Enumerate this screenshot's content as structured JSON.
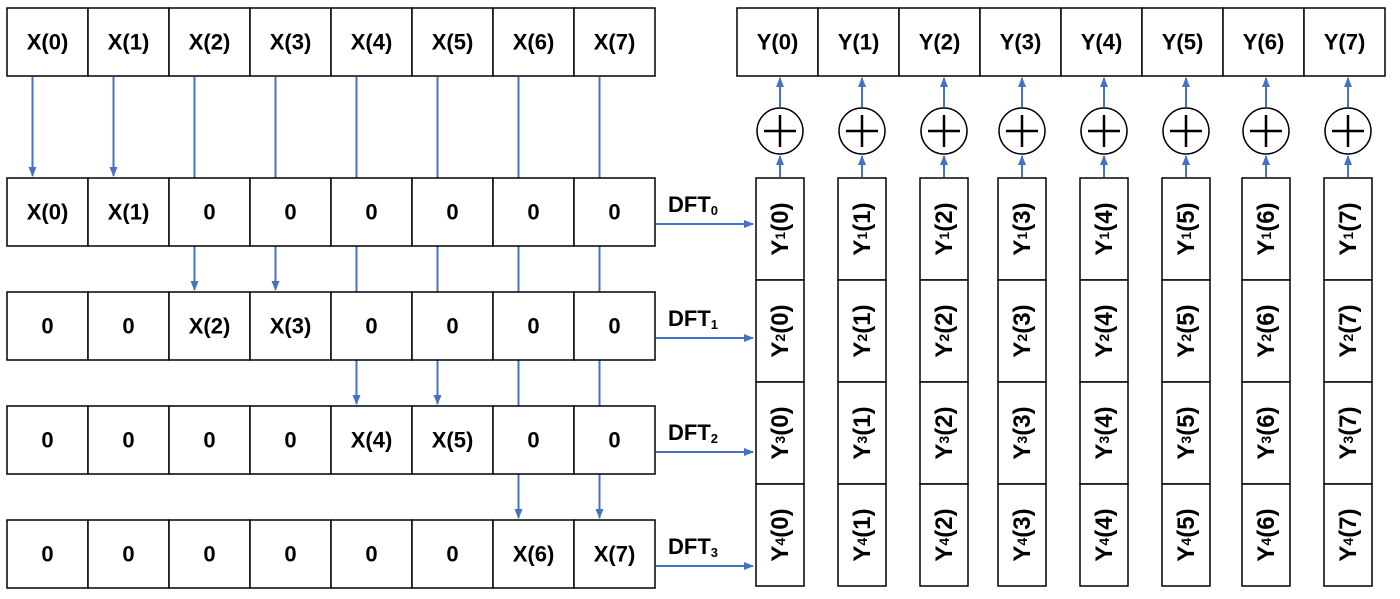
{
  "input_row": [
    "X(0)",
    "X(1)",
    "X(2)",
    "X(3)",
    "X(4)",
    "X(5)",
    "X(6)",
    "X(7)"
  ],
  "output_row": [
    "Y(0)",
    "Y(1)",
    "Y(2)",
    "Y(3)",
    "Y(4)",
    "Y(5)",
    "Y(6)",
    "Y(7)"
  ],
  "padded_rows": [
    [
      "X(0)",
      "X(1)",
      "0",
      "0",
      "0",
      "0",
      "0",
      "0"
    ],
    [
      "0",
      "0",
      "X(2)",
      "X(3)",
      "0",
      "0",
      "0",
      "0"
    ],
    [
      "0",
      "0",
      "0",
      "0",
      "X(4)",
      "X(5)",
      "0",
      "0"
    ],
    [
      "0",
      "0",
      "0",
      "0",
      "0",
      "0",
      "X(6)",
      "X(7)"
    ]
  ],
  "dft_labels": [
    {
      "base": "DFT",
      "sub": "0"
    },
    {
      "base": "DFT",
      "sub": "1"
    },
    {
      "base": "DFT",
      "sub": "2"
    },
    {
      "base": "DFT",
      "sub": "3"
    }
  ],
  "partial_outputs": [
    {
      "base": "Y",
      "sub": "1"
    },
    {
      "base": "Y",
      "sub": "2"
    },
    {
      "base": "Y",
      "sub": "3"
    },
    {
      "base": "Y",
      "sub": "4"
    }
  ],
  "partial_indices": [
    "(0)",
    "(1)",
    "(2)",
    "(3)",
    "(4)",
    "(5)",
    "(6)",
    "(7)"
  ],
  "adder_symbol": "+",
  "colors": {
    "arrow": "#4472C4",
    "cell_border": "#000000",
    "text": "#000000"
  }
}
